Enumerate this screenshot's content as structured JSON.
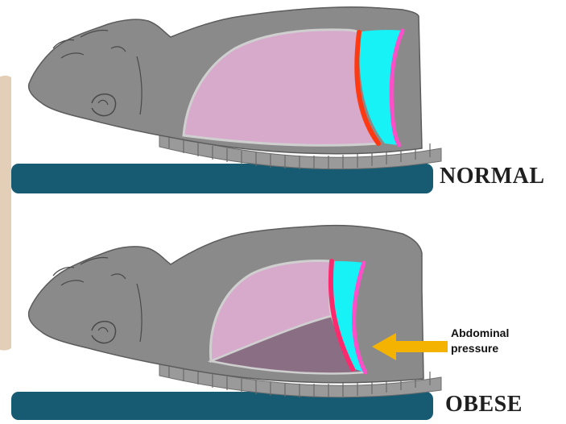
{
  "labels": {
    "normal": "NORMAL",
    "obese": "OBESE"
  },
  "annotation": {
    "line1": "Abdominal",
    "line2": "pressure"
  },
  "colors": {
    "body": "#8a8a8a",
    "outline": "#5c5c5c",
    "mattress": "#175b73",
    "lung": "#d7a9cb",
    "abdomen_compression": "#8a6e84",
    "diaphragm_inspiration": "#ff3a12",
    "diaphragm_expiration": "#ff4fc8",
    "diaphragm_excursion": "#16f2f6",
    "arrow": "#f5b301",
    "background_edge": "#e3cfb7"
  }
}
